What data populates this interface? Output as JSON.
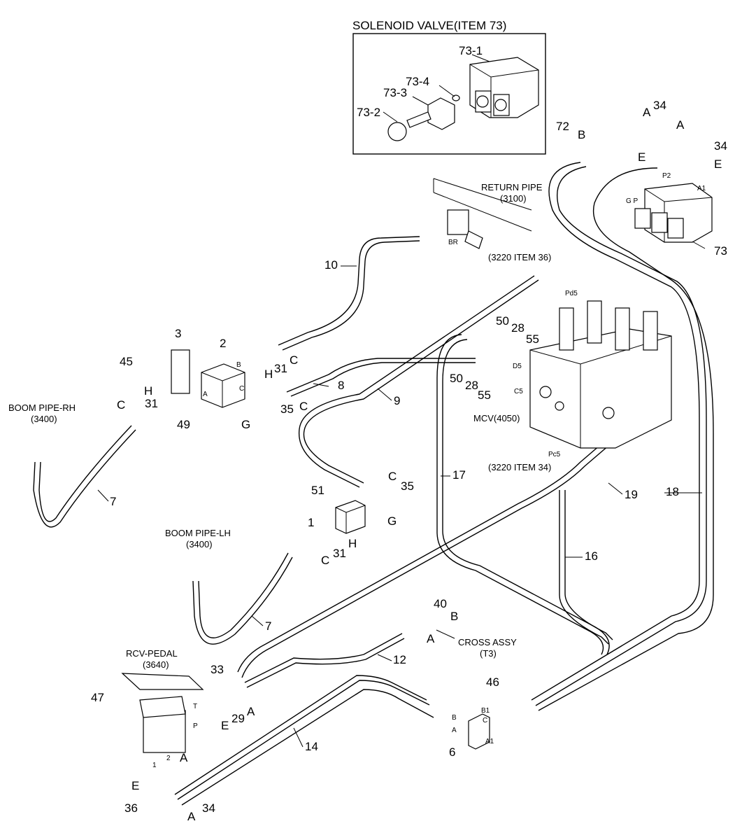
{
  "inset": {
    "title": "SOLENOID VALVE(ITEM 73)",
    "labels": [
      "73-1",
      "73-4",
      "73-3",
      "73-2"
    ]
  },
  "references": {
    "return_pipe": "RETURN PIPE",
    "return_pipe_no": "(3100)",
    "item36_ref": "(3220 ITEM 36)",
    "item34_ref": "(3220 ITEM 34)",
    "mcv": "MCV(4050)",
    "boom_rh": "BOOM PIPE-RH",
    "boom_rh_no": "(3400)",
    "boom_lh": "BOOM PIPE-LH",
    "boom_lh_no": "(3400)",
    "rcv_pedal": "RCV-PEDAL",
    "rcv_pedal_no": "(3640)",
    "cross_assy": "CROSS ASSY",
    "cross_assy_no": "(T3)"
  },
  "port_labels": {
    "br": "BR",
    "pd5": "Pd5",
    "d5": "D5",
    "c5": "C5",
    "pc5": "Pc5",
    "p2": "P2",
    "gp": "G P",
    "a1_top": "A1",
    "b1": "B1",
    "c_blk": "C",
    "a1_blk": "A1",
    "b_blk": "B",
    "a_blk": "A",
    "t": "T",
    "p": "P",
    "one": "1",
    "two": "2",
    "b_small": "B",
    "c_small": "C",
    "a_small": "A"
  },
  "callouts": {
    "n72": "72",
    "n34a": "34",
    "n34b": "34",
    "n73": "73",
    "n10": "10",
    "n3": "3",
    "n2": "2",
    "n45": "45",
    "n31a": "31",
    "n31b": "31",
    "n31c": "31",
    "n8": "8",
    "n35a": "35",
    "n35b": "35",
    "n49": "49",
    "n9": "9",
    "n50a": "50",
    "n50b": "50",
    "n28a": "28",
    "n28b": "28",
    "n55a": "55",
    "n55b": "55",
    "n7a": "7",
    "n7b": "7",
    "n51": "51",
    "n1": "1",
    "n17": "17",
    "n19": "19",
    "n18": "18",
    "n16": "16",
    "n40": "40",
    "n12": "12",
    "n33": "33",
    "n29": "29",
    "n46": "46",
    "n47": "47",
    "n14": "14",
    "n6": "6",
    "n36": "36",
    "n34c": "34",
    "lA1": "A",
    "lA2": "A",
    "lB1": "B",
    "lE1": "E",
    "lE2": "E",
    "lC1": "C",
    "lC2": "C",
    "lC3": "C",
    "lC4": "C",
    "lC5": "C",
    "lH1": "H",
    "lH2": "H",
    "lH3": "H",
    "lG1": "G",
    "lG2": "G",
    "lB2": "B",
    "lA3": "A",
    "lA4": "A",
    "lE3": "E",
    "lA5": "A",
    "lE4": "E",
    "lA6": "A"
  }
}
